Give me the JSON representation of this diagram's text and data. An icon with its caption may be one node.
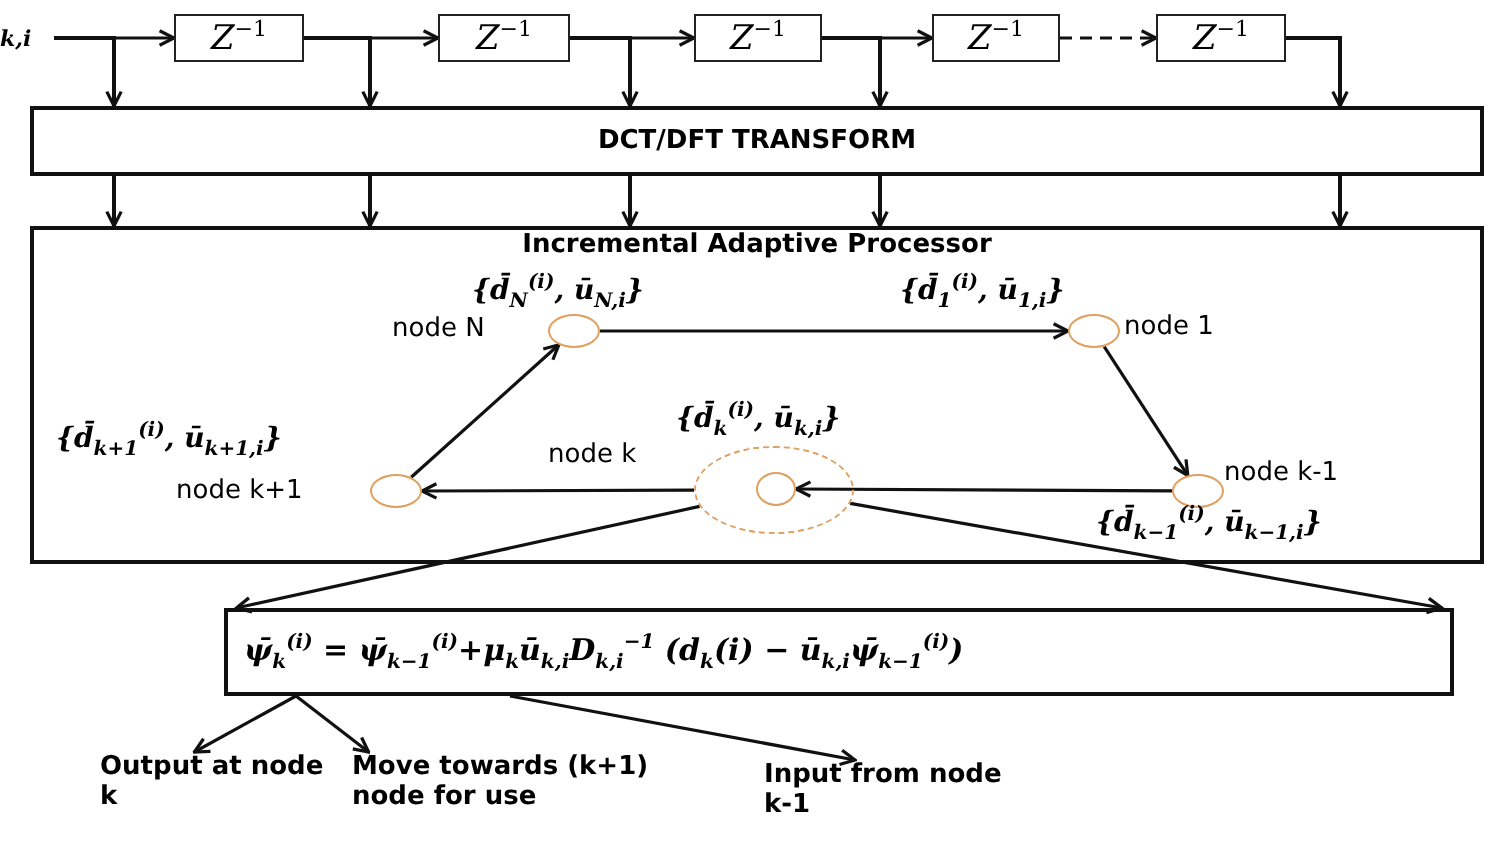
{
  "diagram": {
    "nodes": [
      {
        "text": [
          "k,i"
        ]
      },
      {
        "text": [
          "Z$^{−1}$"
        ]
      },
      {
        "text": [
          "Z$^{−1}$"
        ]
      },
      {
        "text": [
          "Z$^{−1}$"
        ]
      },
      {
        "text": [
          "Z$^{−1}$"
        ]
      },
      {
        "text": [
          "Z$^{−1}$"
        ]
      },
      {
        "text": [
          "DCT/DFT TRANSFORM"
        ]
      },
      {
        "text": [
          "Incremental Adaptive Processor"
        ]
      },
      {
        "text": [],
        "shape": "circle",
        "in": 7,
        "beside": [
          "{d̄$_{N}$$^{(i)}$, ū$_{N,i}$}",
          "node N"
        ]
      },
      {
        "text": [],
        "shape": "circle",
        "in": 7,
        "beside": [
          "{d̄$_{1}$$^{(i)}$, ū$_{1,i}$}",
          "node 1"
        ]
      },
      {
        "text": [],
        "shape": "circle",
        "in": 7,
        "beside": [
          "{d̄$_{k+1}$$^{(i)}$, ū$_{k+1,i}$}",
          "node k+1"
        ]
      },
      {
        "text": [],
        "shape": "circle",
        "in": 7,
        "beside": [
          "{d̄$_{k}$$^{(i)}$, ū$_{k,i}$}",
          "node k"
        ]
      },
      {
        "text": [],
        "shape": "circle",
        "in": 11
      },
      {
        "text": [],
        "shape": "circle",
        "in": 7,
        "beside": [
          "node k-1",
          "{d̄$_{k−1}$$^{(i)}$, ū$_{k−1,i}$}"
        ]
      },
      {
        "text": [
          "ψ̄$_{k}$$^{(i)}$ = ψ̄$_{k−1}$$^{(i)}$+μ$_{k}$ū$_{k,i}$D$_{k,i}$$^{−1}$ (d$_{k}$(i) − ū$_{k,i}$ψ̄$_{k−1}$$^{(i)}$)"
        ]
      },
      {
        "text": [
          "Output at node k"
        ]
      },
      {
        "text": [
          "Move towards (k+1) node for use"
        ]
      },
      {
        "text": [
          "Input from node k-1"
        ]
      }
    ],
    "edges": [
      {
        "from": 0,
        "to": 1,
        "arrow": "to"
      },
      {
        "from": 1,
        "to": 2,
        "arrow": "to"
      },
      {
        "from": 2,
        "to": 3,
        "arrow": "to"
      },
      {
        "from": 3,
        "to": 4,
        "arrow": "to"
      },
      {
        "from": 4,
        "to": 5,
        "arrow": "to",
        "style": "dashed"
      },
      {
        "from": 0,
        "to": 6,
        "arrow": "to"
      },
      {
        "from": 1,
        "to": 6,
        "arrow": "to"
      },
      {
        "from": 2,
        "to": 6,
        "arrow": "to"
      },
      {
        "from": 3,
        "to": 6,
        "arrow": "to"
      },
      {
        "from": 5,
        "to": 6,
        "arrow": "to"
      },
      {
        "from": 6,
        "to": 7,
        "arrow": "to"
      },
      {
        "from": 6,
        "to": 7,
        "arrow": "to"
      },
      {
        "from": 6,
        "to": 7,
        "arrow": "to"
      },
      {
        "from": 6,
        "to": 7,
        "arrow": "to"
      },
      {
        "from": 6,
        "to": 7,
        "arrow": "to"
      },
      {
        "from": 8,
        "to": 9,
        "arrow": "to"
      },
      {
        "from": 9,
        "to": 13,
        "arrow": "to"
      },
      {
        "from": 13,
        "to": 12,
        "arrow": "to"
      },
      {
        "from": 11,
        "to": 10,
        "arrow": "to"
      },
      {
        "from": 10,
        "to": 8,
        "arrow": "to"
      },
      {
        "from": 11,
        "to": 14,
        "arrow": "to"
      },
      {
        "from": 11,
        "to": 14,
        "arrow": "to"
      },
      {
        "from": 14,
        "to": 15,
        "arrow": "to"
      },
      {
        "from": 14,
        "to": 16,
        "arrow": "to"
      },
      {
        "from": 14,
        "to": 17,
        "arrow": "to"
      }
    ]
  }
}
